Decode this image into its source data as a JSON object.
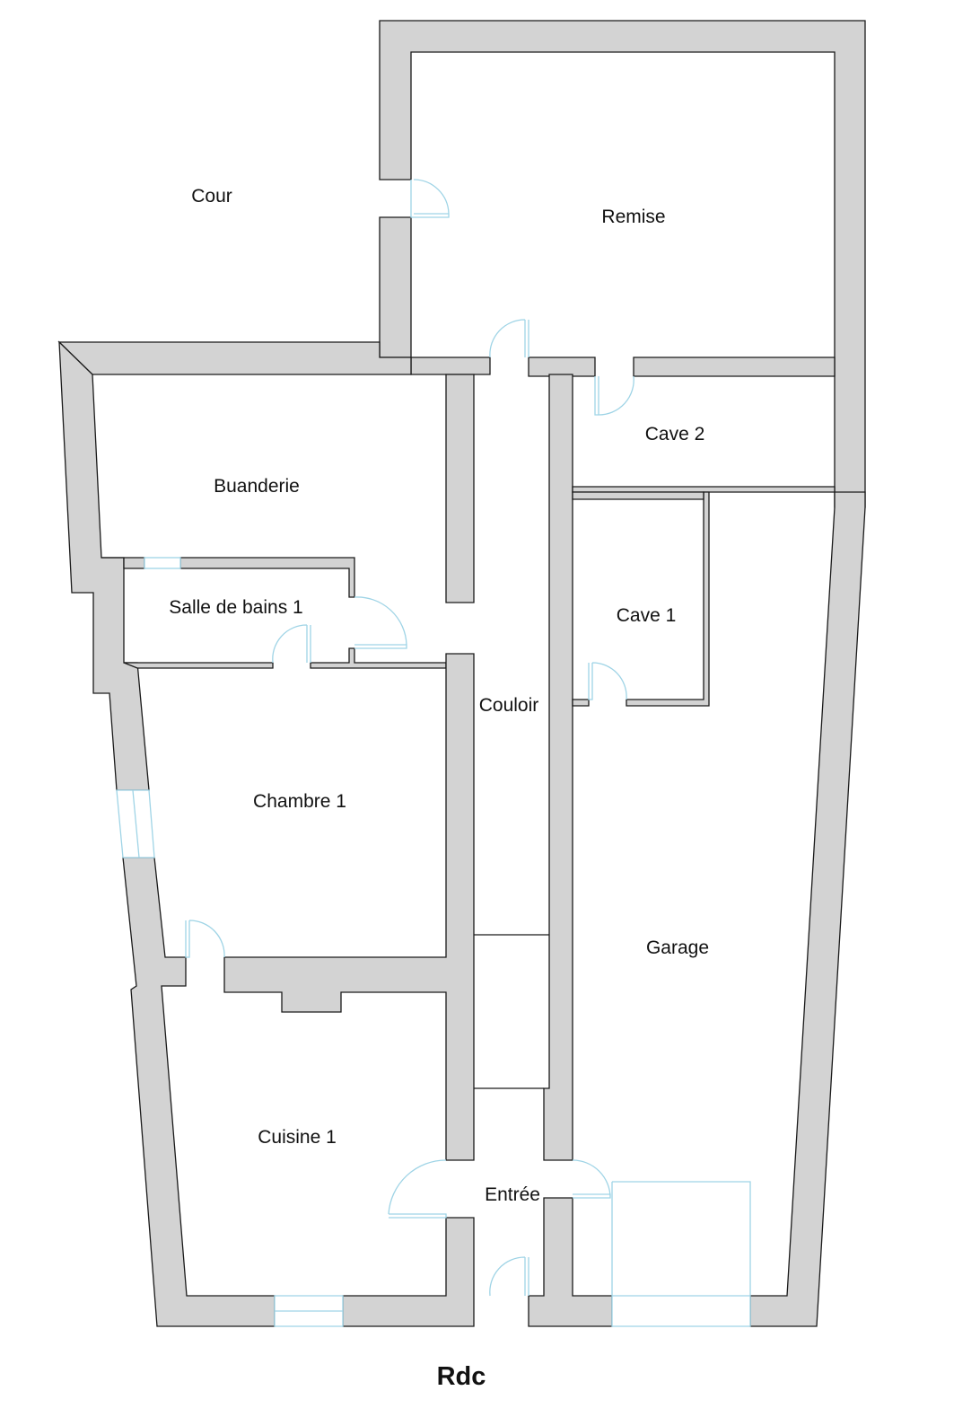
{
  "plan": {
    "title": "Rdc",
    "rooms": {
      "cour": "Cour",
      "remise": "Remise",
      "buanderie": "Buanderie",
      "cave2": "Cave 2",
      "salle_de_bains": "Salle de bains 1",
      "cave1": "Cave 1",
      "couloir": "Couloir",
      "chambre": "Chambre 1",
      "garage": "Garage",
      "cuisine": "Cuisine 1",
      "entree": "Entrée"
    }
  },
  "colors": {
    "wall_fill": "#d3d3d3",
    "wall_stroke": "#1a1a1a",
    "door_window": "#9fd4e6"
  }
}
